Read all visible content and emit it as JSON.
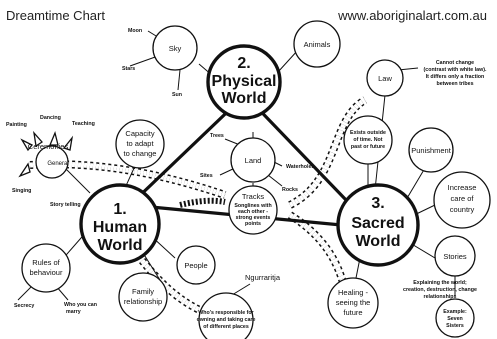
{
  "header": {
    "title": "Dreamtime Chart",
    "website": "www.aboriginalart.com.au"
  },
  "hubs": {
    "physical_number": "2.",
    "physical_line1": "Physical",
    "physical_line2": "World",
    "human_number": "1.",
    "human_line1": "Human",
    "human_line2": "World",
    "sacred_number": "3.",
    "sacred_line1": "Sacred",
    "sacred_line2": "World"
  },
  "physical": {
    "sky": "Sky",
    "moon": "Moon",
    "stars": "Stars",
    "sun": "Sun",
    "animals": "Animals",
    "land": "Land",
    "trees": "Trees",
    "sites": "Sites",
    "waterholes": "Waterholes",
    "rocks": "Rocks"
  },
  "tracks": {
    "title": "Tracks",
    "desc": [
      "Songlines with",
      "each other -",
      "strong events",
      "points"
    ]
  },
  "human": {
    "ceremonies": "Ceremonies",
    "general": "General",
    "painting": "Painting",
    "dancing": "Dancing",
    "teaching": "Teaching",
    "singing": "Singing",
    "story_telling": "Story telling",
    "capacity": [
      "Capacity",
      "to adapt",
      "to change"
    ],
    "people": "People",
    "rules": [
      "Rules of",
      "behaviour"
    ],
    "secrecy": "Secrecy",
    "who_you_can_marry": [
      "Who you can",
      "marry"
    ],
    "family": [
      "Family",
      "relationship"
    ],
    "who_responsible": [
      "Who's responsible for",
      "owning and taking care",
      "of different places"
    ],
    "ngurraritja": "Ngurraritja"
  },
  "sacred": {
    "law": "Law",
    "law_note": [
      "Cannot change",
      "(contrast with white law).",
      "It differs only a fraction",
      "between tribes"
    ],
    "exists": [
      "Exists outside",
      "of time. Not",
      "past or future"
    ],
    "punishment": "Punishment",
    "increase": [
      "Increase",
      "care of",
      "country"
    ],
    "stories": "Stories",
    "stories_note": [
      "Explaining the world;",
      "creation, destruction, change",
      "relationships"
    ],
    "example": [
      "Example:",
      "Seven",
      "Sisters"
    ],
    "healing": [
      "Healing -",
      "seeing the",
      "future"
    ]
  },
  "colors": {
    "ink": "#111111",
    "background": "#ffffff"
  }
}
